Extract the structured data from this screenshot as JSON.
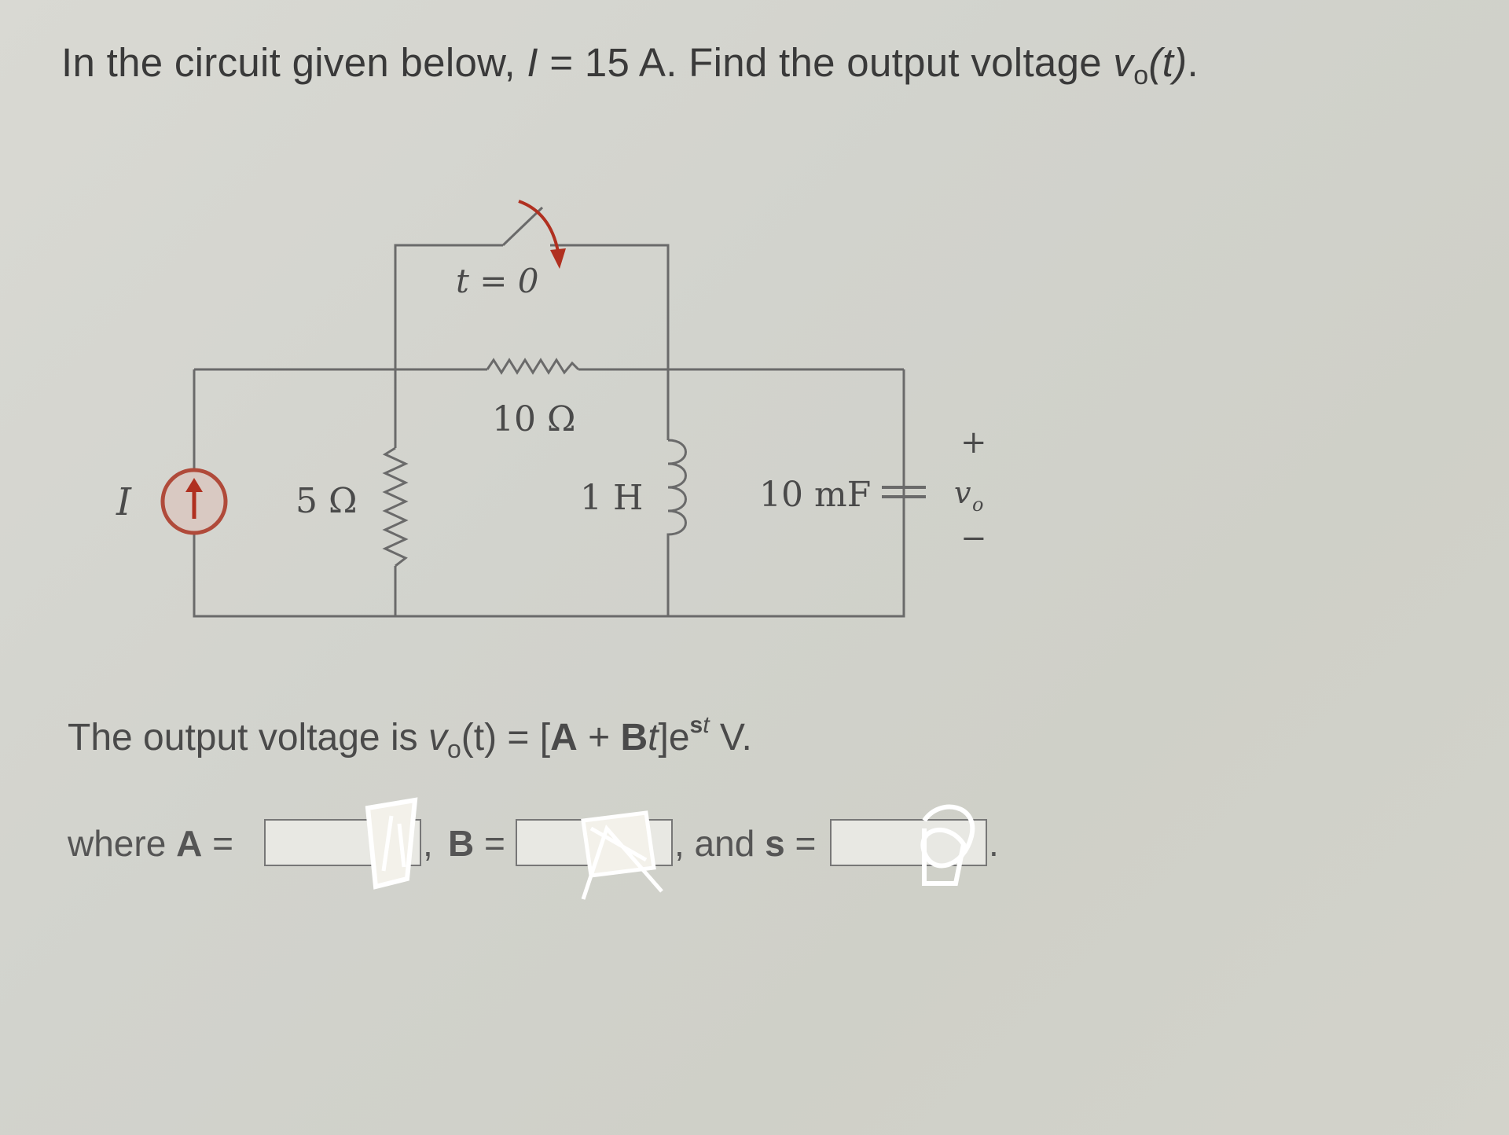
{
  "question": {
    "prefix": "In the circuit given below, ",
    "var_i": "I",
    "value": " = 15 A. Find the output voltage ",
    "var_v": "v",
    "var_sub": "o",
    "var_arg": "(t)",
    "suffix": "."
  },
  "circuit": {
    "source_label": "I",
    "r1_label": "5 Ω",
    "switch_label": "t = 0",
    "r2_label": "10 Ω",
    "inductor_label": "1 H",
    "capacitor_label": "10 mF",
    "plus": "+",
    "vo_label": "v",
    "vo_sub": "o",
    "minus": "−"
  },
  "answer": {
    "prefix": "The output voltage is ",
    "v": "v",
    "v_sub": "o",
    "arg": "(t) = [",
    "A": "A",
    "plus": " + ",
    "B": "B",
    "t": "t",
    "close": "]e",
    "exp_s": "s",
    "exp_t": "t",
    "unit": " V."
  },
  "inputs": {
    "where_label": "where ",
    "A_label": "A",
    "eq": " =",
    "comma": ",",
    "B_label": "B",
    "and_label": ", and ",
    "s_label": "s",
    "A_value": "",
    "B_value": "",
    "s_value": "",
    "period": "."
  }
}
